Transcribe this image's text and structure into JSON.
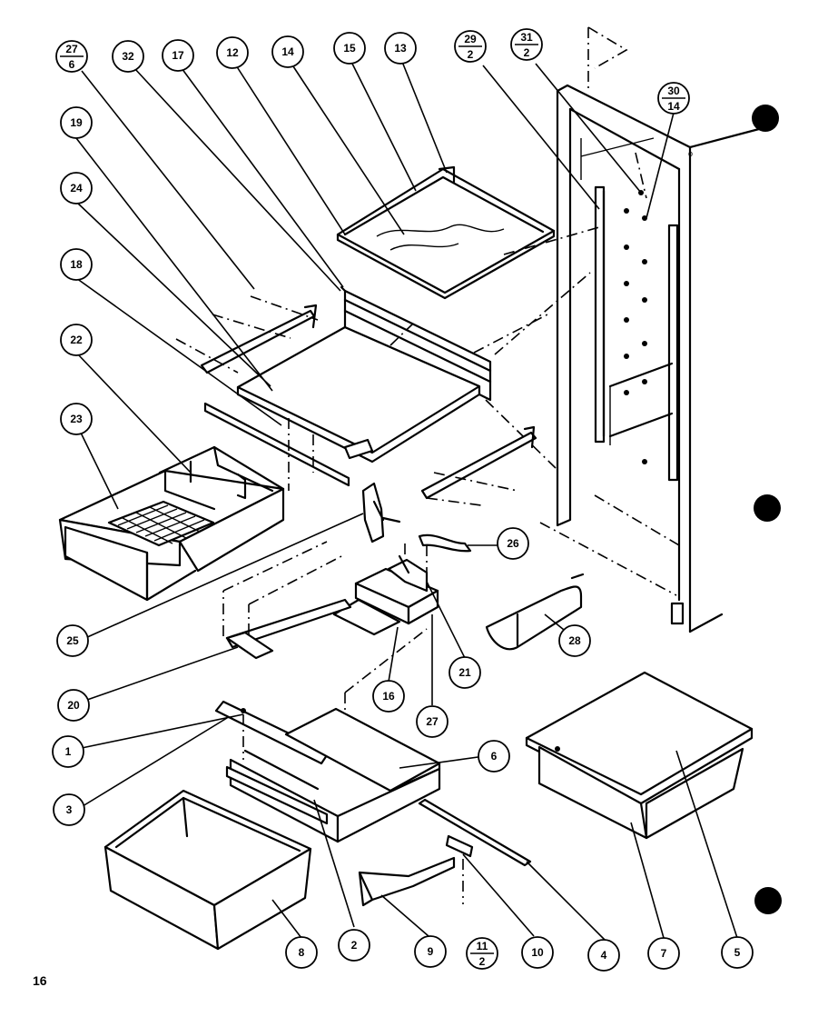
{
  "page_number": "16",
  "callouts": {
    "c1": "1",
    "c2": "2",
    "c3": "3",
    "c4": "4",
    "c5": "5",
    "c6": "6",
    "c7": "7",
    "c8": "8",
    "c9": "9",
    "c10": "10",
    "c12": "12",
    "c13": "13",
    "c14": "14",
    "c15": "15",
    "c16": "16",
    "c17": "17",
    "c18": "18",
    "c19": "19",
    "c20": "20",
    "c21": "21",
    "c22": "22",
    "c23": "23",
    "c24": "24",
    "c25": "25",
    "c26": "26",
    "c27": "27",
    "c28": "28",
    "c32": "32"
  },
  "fractions": {
    "f27_6": {
      "num": "27",
      "den": "6"
    },
    "f29_2": {
      "num": "29",
      "den": "2"
    },
    "f31_2": {
      "num": "31",
      "den": "2"
    },
    "f30_14": {
      "num": "30",
      "den": "14"
    },
    "f11_2": {
      "num": "11",
      "den": "2"
    }
  }
}
